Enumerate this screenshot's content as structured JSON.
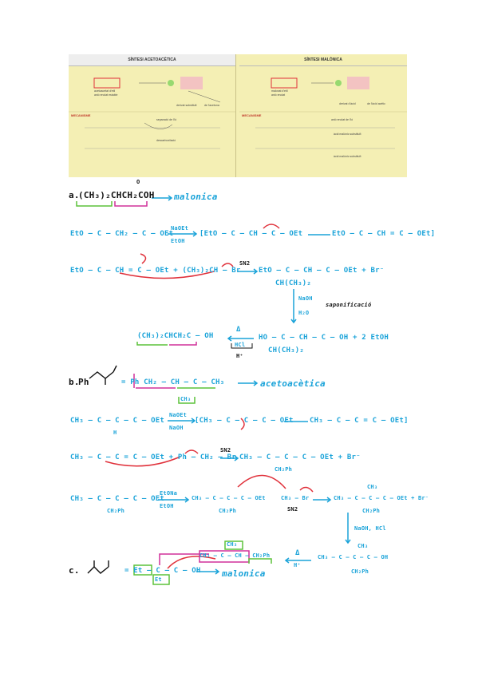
{
  "header": {
    "left_title": "SÍNTESI ACETOACÈTICA",
    "right_title": "SÍNTESI MALÒNICA",
    "left_section": "MECANISME",
    "right_section": "MECANISME",
    "left_caption1": "acetoacetat d'etil",
    "left_caption2": "anió enolat estable",
    "left_note1": "derivat substituït",
    "left_note2": "de l'acetona",
    "right_caption1": "malonat d'etil",
    "right_caption2": "anió enolat",
    "right_note1": "derivat d'àcid",
    "right_note2": "de l'àcid acètic",
    "left_mech1": "separació de l'ió",
    "right_mech1": "anió enolat de l'ió",
    "left_mech2": "descarboxilació",
    "right_mech2": "àcid malònic substituït",
    "right_mech3": "àcid malònic substituït"
  },
  "part_a": {
    "label": "a.",
    "target": "(CH₃)₂CHCH₂COH",
    "target_o": "O",
    "arrow_text": "malonica",
    "reagent_top": "NaOEt",
    "reagent_bottom": "EtOH",
    "line1_left": "EtO – C – CH₂ – C – OEt",
    "line1_mid": "[EtO – C – CH – C – OEt",
    "line1_right": "EtO – C – CH = C – OEt]",
    "line2_left": "EtO – C – CH = C – OEt  + (CH₃)₂CH – Br",
    "sn2": "SN2",
    "line2_right": "EtO – C – CH – C – OEt  + Br⁻",
    "line2_sub": "CH(CH₃)₂",
    "sap_top": "NaOH",
    "sap_bottom": "H₂O",
    "sap_label": "saponificació",
    "line3_right": "HO – C – CH – C – OH  + 2 EtOH",
    "line3_sub": "CH(CH₃)₂",
    "line3_left": "(CH₃)₂CHCH₂C – OH",
    "delta": "Δ",
    "hcl": "HCl",
    "hplus": "H⁺"
  },
  "part_b": {
    "label": "b.",
    "target": "Ph",
    "expansion": "= Ph CH₂ – CH – C – CH₃",
    "sub": "CH₃",
    "arrow_text": "acetoacètica",
    "line1_left": "CH₃ – C – C – C – OEt",
    "line1_h": "H",
    "reagent_top": "NaOEt",
    "reagent_bottom": "NaOH",
    "line1_mid": "[CH₃ – C – C – C – OEt",
    "line1_right": "CH₃ – C – C = C – OEt]",
    "line2_left": "CH₃ – C – C = C – OEt  + Ph – CH₂ – Br",
    "sn2": "SN2",
    "line2_right": "CH₃ – C – C – C – OEt  + Br⁻",
    "line2_sub": "CH₂Ph",
    "line3_left": "CH₃ – C – C – C – OEt",
    "line3_sub": "CH₂Ph",
    "reagent3_top": "EtONa",
    "reagent3_bottom": "EtOH",
    "line3_mid": "CH₃ – C – C – C – OEt",
    "line3_mid_sub": "CH₂Ph",
    "line3_br": "CH₃ – Br",
    "sn2b": "SN2",
    "line3_right": "CH₃ – C – C – C – OEt  + Br⁻",
    "line3_right_top": "CH₃",
    "line3_right_sub": "CH₂Ph",
    "hydrolysis": "NaOH, HCl",
    "line4_right": "CH₃ – C – C – C – OH",
    "line4_right_top": "CH₃",
    "line4_right_sub": "CH₂Ph",
    "delta": "Δ",
    "hplus": "H⁺"
  },
  "part_c": {
    "label": "c.",
    "expansion": "= Et – C – C – OH",
    "sub": "Et",
    "arrow_text": "malonica",
    "product": "CH₃ – C – CH – CH₂Ph",
    "product_top": "CH₃"
  },
  "colors": {
    "ink_blue": "#1aa3d9",
    "ink_red": "#e0303a",
    "ink_green": "#5cc23a",
    "ink_pink": "#d0319a",
    "panel_yellow": "#f4efb4"
  }
}
